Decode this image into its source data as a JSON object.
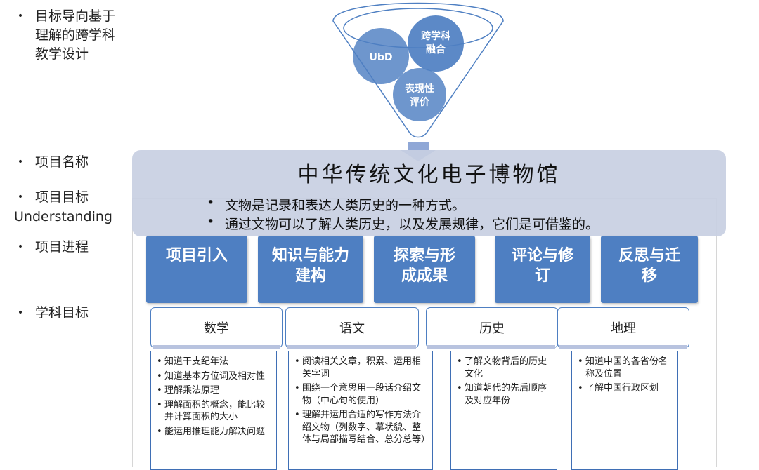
{
  "left_outline": {
    "goal_title_lines": [
      "目标导向基于",
      "理解的跨学科",
      "教学设计"
    ],
    "project_name_label": "项目名称",
    "project_goal_label": "项目目标",
    "project_goal_sub": "Understanding",
    "project_process_label": "项目进程",
    "subject_goal_label": "学科目标",
    "bullet": "•"
  },
  "funnel": {
    "circles": [
      "UbD",
      "跨学科",
      "融合",
      "表现性",
      "评价"
    ],
    "colors": {
      "funnel_fill": "#ffffff",
      "funnel_stroke": "#4e7fc2",
      "circle_fill": "#4e7fc2"
    }
  },
  "project": {
    "title": "中华传统文化电子博物馆",
    "understandings": [
      "文物是记录和表达人类历史的一种方式。",
      "通过文物可以了解人类历史，以及发展规律，它们是可借鉴的。"
    ]
  },
  "process_steps": [
    "项目引入",
    "知识与能力建构",
    "探索与形成成果",
    "评论与修订",
    "反思与迁移"
  ],
  "subjects": [
    {
      "name": "数学",
      "goals": [
        "知道干支纪年法",
        "知道基本方位词及相对性",
        "理解乘法原理",
        "理解面积的概念，能比较并计算面积的大小",
        "能运用推理能力解决问题"
      ]
    },
    {
      "name": "语文",
      "goals": [
        "阅读相关文章，积累、运用相关字词",
        "围绕一个意思用一段话介绍文物（中心句的使用）",
        "理解并运用合适的写作方法介绍文物（列数字、摹状貌、整体与局部描写结合、总分总等）"
      ]
    },
    {
      "name": "历史",
      "goals": [
        "了解文物背后的历史文化",
        "知道朝代的先后顺序及对应年份"
      ]
    },
    {
      "name": "地理",
      "goals": [
        "知道中国的各省份名称及位置",
        "了解中国行政区划"
      ]
    }
  ],
  "colors": {
    "accent": "#4e7fc2",
    "banner": "#c8cfe2",
    "text": "#222222"
  }
}
